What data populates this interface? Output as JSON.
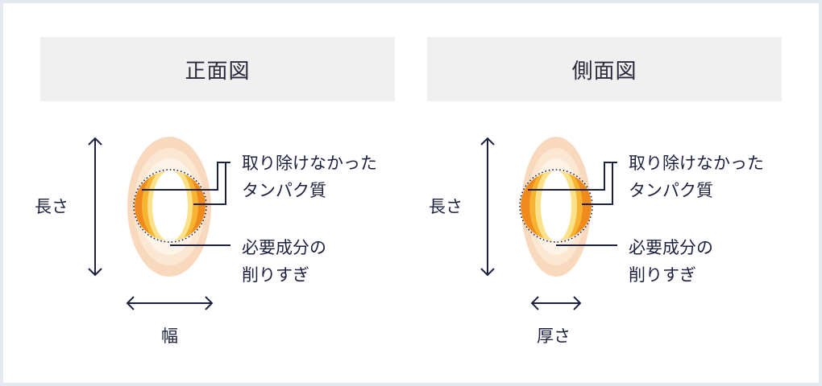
{
  "panels": [
    {
      "title": "正面図",
      "vertical_label": "長さ",
      "horizontal_label": "幅",
      "callout_removed": [
        "取り除けなかった",
        "タンパク質"
      ],
      "callout_overcut": [
        "必要成分の",
        "削りすぎ"
      ]
    },
    {
      "title": "側面図",
      "vertical_label": "長さ",
      "horizontal_label": "厚さ",
      "callout_removed": [
        "取り除けなかった",
        "タンパク質"
      ],
      "callout_overcut": [
        "必要成分の",
        "削りすぎ"
      ]
    }
  ],
  "colors": {
    "outer_layer": "#f8d9bd",
    "middle_layer": "#fbe7d2",
    "inner_layer": "#fdf3e6",
    "protein_dark": "#f08a1c",
    "protein_mid": "#f6b432",
    "protein_light": "#fbe28a",
    "core": "#ffffff",
    "line": "#1e2040"
  }
}
